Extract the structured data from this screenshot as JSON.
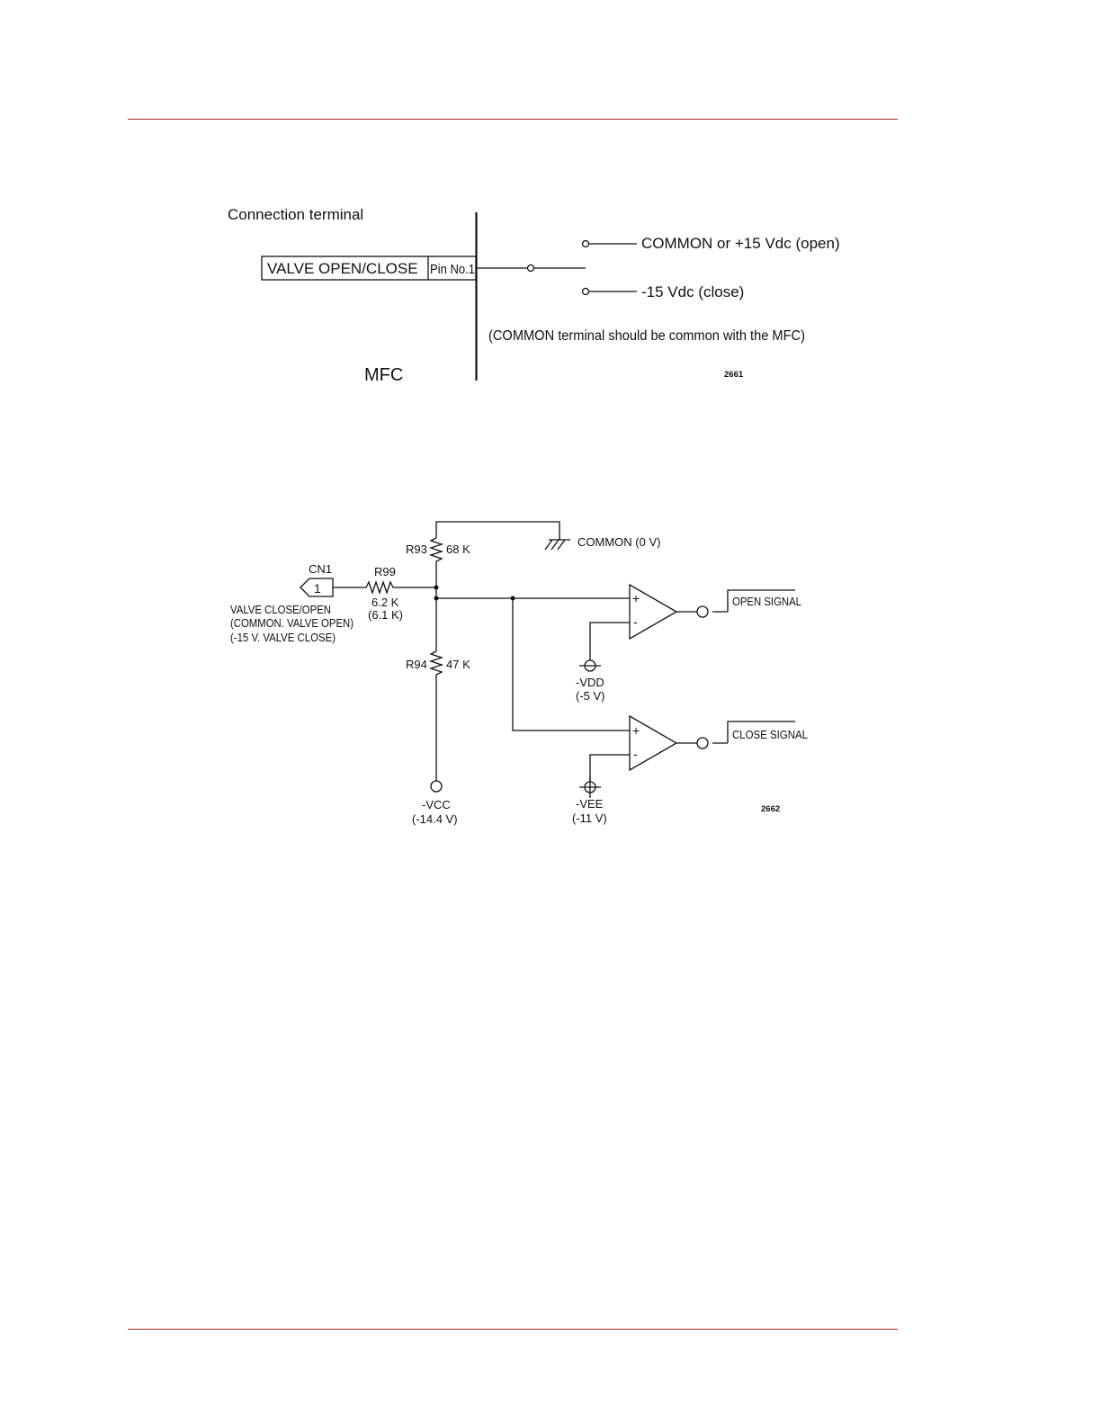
{
  "diagram1": {
    "connection_terminal": "Connection terminal",
    "valve_box_label": "VALVE OPEN/CLOSE",
    "pin_label": "Pin No.1",
    "option_open": "COMMON or +15 Vdc (open)",
    "option_close": "-15 Vdc (close)",
    "note": "(COMMON terminal should be common with the MFC)",
    "mfc": "MFC",
    "figure_id": "2661"
  },
  "diagram2": {
    "common": "COMMON (0 V)",
    "r93": "R93",
    "r93_value": "68 K",
    "cn1": "CN1",
    "cn1_pin": "1",
    "r99": "R99",
    "r99_value": "6.2 K",
    "r99_alt": "(6.1 K)",
    "valve_line1": "VALVE CLOSE/OPEN",
    "valve_line2": "(COMMON. VALVE OPEN)",
    "valve_line3": "(-15 V. VALVE CLOSE)",
    "r94": "R94",
    "r94_value": "47 K",
    "plus1": "+",
    "minus1": "-",
    "plus2": "+",
    "minus2": "-",
    "vdd": "-VDD",
    "vdd_value": "(-5 V)",
    "open_signal": "OPEN SIGNAL",
    "close_signal": "CLOSE SIGNAL",
    "vcc": "-VCC",
    "vcc_value": "(-14.4 V)",
    "vee": "-VEE",
    "vee_value": "(-11 V)",
    "figure_id": "2662"
  }
}
